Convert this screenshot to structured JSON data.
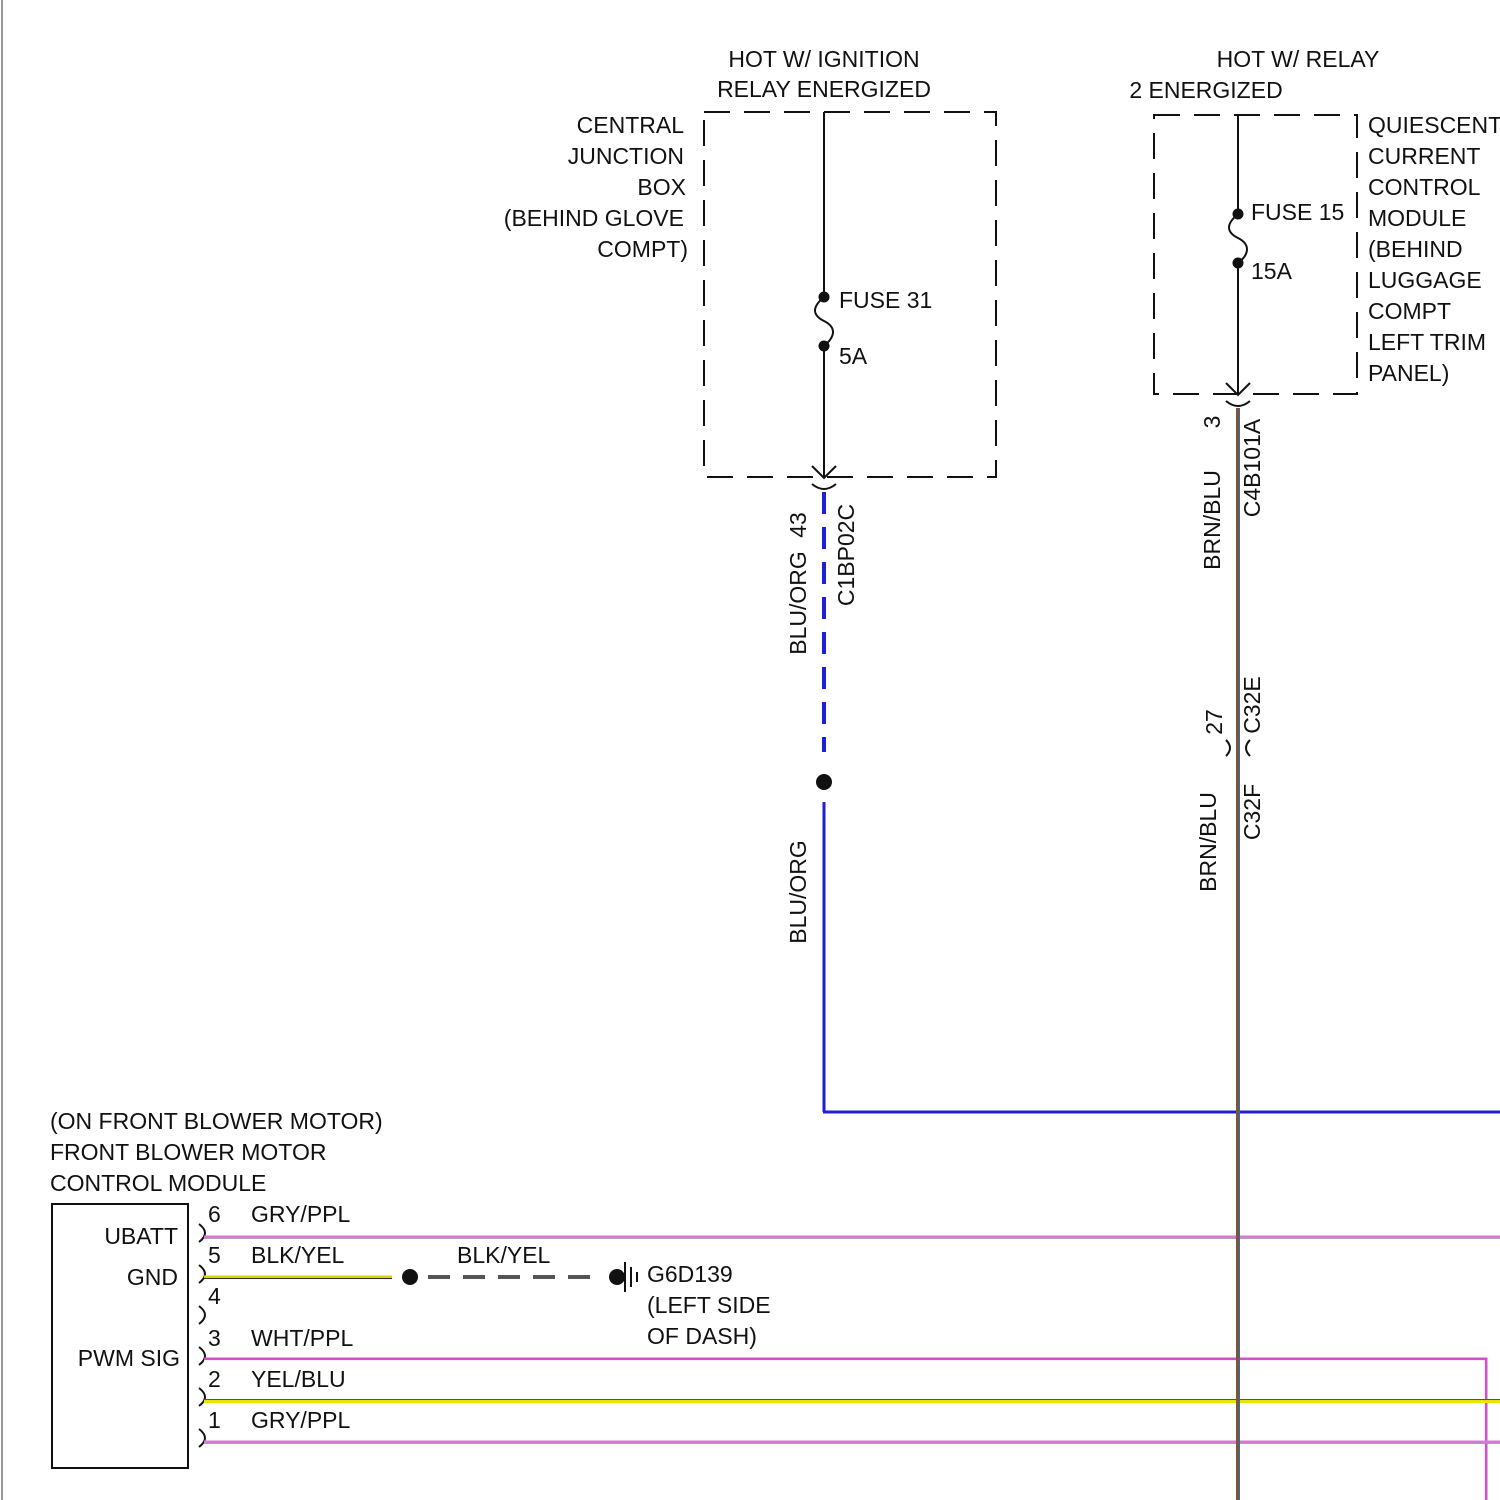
{
  "colors": {
    "blu_org": "#1f1fd6",
    "brn_blu": "#7a5a2a",
    "gry_ppl": "#d77ad6",
    "blk_yel": "#d8d800",
    "wht_ppl": "#d050d0",
    "yel_blu": "#e6e600",
    "ground_wire": "#555555",
    "ink": "#111111"
  },
  "junction_box": {
    "header": [
      "HOT W/ IGNITION",
      "RELAY ENERGIZED"
    ],
    "label": [
      "CENTRAL",
      "JUNCTION",
      "BOX",
      "(BEHIND GLOVE",
      "COMPT)"
    ],
    "fuse_name": "FUSE 31",
    "fuse_rating": "5A",
    "pin": "43",
    "connector": "C1BP02C",
    "wire_color_upper": "BLU/ORG",
    "wire_color_lower": "BLU/ORG"
  },
  "quiescent_module": {
    "header": [
      "HOT W/ RELAY",
      "2 ENERGIZED"
    ],
    "label": [
      "QUIESCENT",
      "CURRENT",
      "CONTROL",
      "MODULE",
      "(BEHIND",
      "LUGGAGE",
      "COMPT",
      "LEFT TRIM",
      "PANEL)"
    ],
    "fuse_name": "FUSE 15",
    "fuse_rating": "15A",
    "pin": "3",
    "connector": "C4B101A",
    "wire_color_upper": "BRN/BLU",
    "inline_pin": "27",
    "inline_connector_upper": "C32E",
    "inline_connector_lower": "C32F",
    "wire_color_lower": "BRN/BLU"
  },
  "blower_module": {
    "label": [
      "(ON FRONT BLOWER MOTOR)",
      "FRONT BLOWER MOTOR",
      "CONTROL MODULE"
    ],
    "terminals": [
      "UBATT",
      "GND",
      "PWM SIG"
    ],
    "pins": [
      {
        "num": "6",
        "wire": "GRY/PPL"
      },
      {
        "num": "5",
        "wire": "BLK/YEL"
      },
      {
        "num": "4",
        "wire": ""
      },
      {
        "num": "3",
        "wire": "WHT/PPL"
      },
      {
        "num": "2",
        "wire": "YEL/BLU"
      },
      {
        "num": "1",
        "wire": "GRY/PPL"
      }
    ]
  },
  "ground": {
    "wire_color": "BLK/YEL",
    "id": "G6D139",
    "location": [
      "(LEFT SIDE",
      "OF DASH)"
    ]
  }
}
